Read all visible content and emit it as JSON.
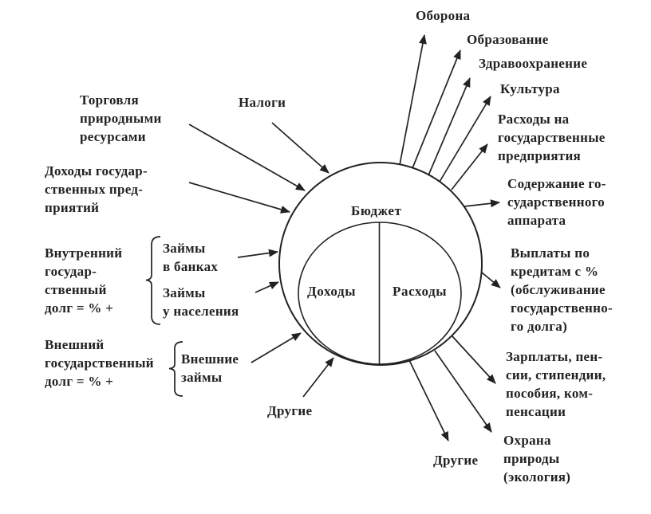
{
  "center": {
    "budget": "Бюджет",
    "incomes": "Доходы",
    "expenses": "Расходы"
  },
  "inflows": {
    "trade": "Торговля\nприродными\nресурсами",
    "taxes": "Налоги",
    "state_enterprise_income": "Доходы государ-\nственных пред-\nприятий",
    "internal_debt": "Внутренний\nгосудар-\nственный\nдолг = % +",
    "bank_loans": "Займы\nв банках",
    "population_loans": "Займы\nу населения",
    "external_debt": "Внешний\nгосударственный\nдолг = % +",
    "external_loans": "Внешние\nзаймы",
    "others": "Другие"
  },
  "outflows": {
    "defense": "Оборона",
    "education": "Образование",
    "healthcare": "Здравоохранение",
    "culture": "Культура",
    "state_enterprises": "Расходы на\nгосударственные\nпредприятия",
    "state_apparatus": "Содержание го-\nсударственного\nаппарата",
    "credit_payments": "Выплаты по\nкредитам с %\n(обслуживание\nгосударственно-\nго долга)",
    "social_payments": "Зарплаты, пен-\nсии, стипендии,\nпособия, ком-\nпенсации",
    "nature_protection": "Охрана\nприроды\n(экология)",
    "others": "Другие"
  },
  "colors": {
    "ink": "#222222",
    "background": "#ffffff"
  }
}
